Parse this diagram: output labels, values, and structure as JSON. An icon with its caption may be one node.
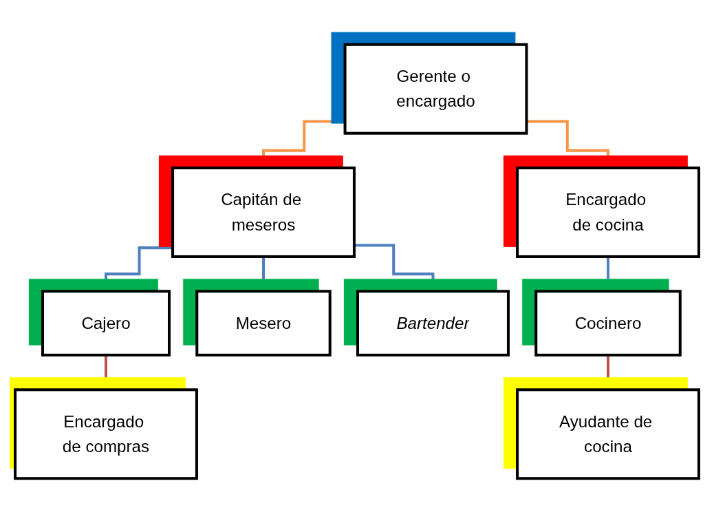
{
  "diagram": {
    "nodes": [
      {
        "text": [
          "Gerente o encargado"
        ]
      },
      {
        "text": [
          "Capitán de meseros"
        ]
      },
      {
        "text": [
          "Encargado de cocina"
        ]
      },
      {
        "text": [
          "Cajero"
        ]
      },
      {
        "text": [
          "Mesero"
        ]
      },
      {
        "text": [
          "Bartender"
        ]
      },
      {
        "text": [
          "Cocinero"
        ]
      },
      {
        "text": [
          "Encargado de compras"
        ]
      },
      {
        "text": [
          "Ayudante de cocina"
        ]
      }
    ],
    "edges": [
      {
        "from": 0,
        "to": 1,
        "arrow": "none",
        "color": "#f79646"
      },
      {
        "from": 0,
        "to": 2,
        "arrow": "none",
        "color": "#f79646"
      },
      {
        "from": 1,
        "to": 3,
        "arrow": "none"
      },
      {
        "from": 1,
        "to": 4,
        "arrow": "none"
      },
      {
        "from": 1,
        "to": 5,
        "arrow": "none"
      },
      {
        "from": 2,
        "to": 6,
        "arrow": "none"
      },
      {
        "from": 3,
        "to": 7,
        "arrow": "none",
        "color": "#c0504d"
      },
      {
        "from": 6,
        "to": 8,
        "arrow": "none",
        "color": "#c0504d"
      }
    ]
  }
}
